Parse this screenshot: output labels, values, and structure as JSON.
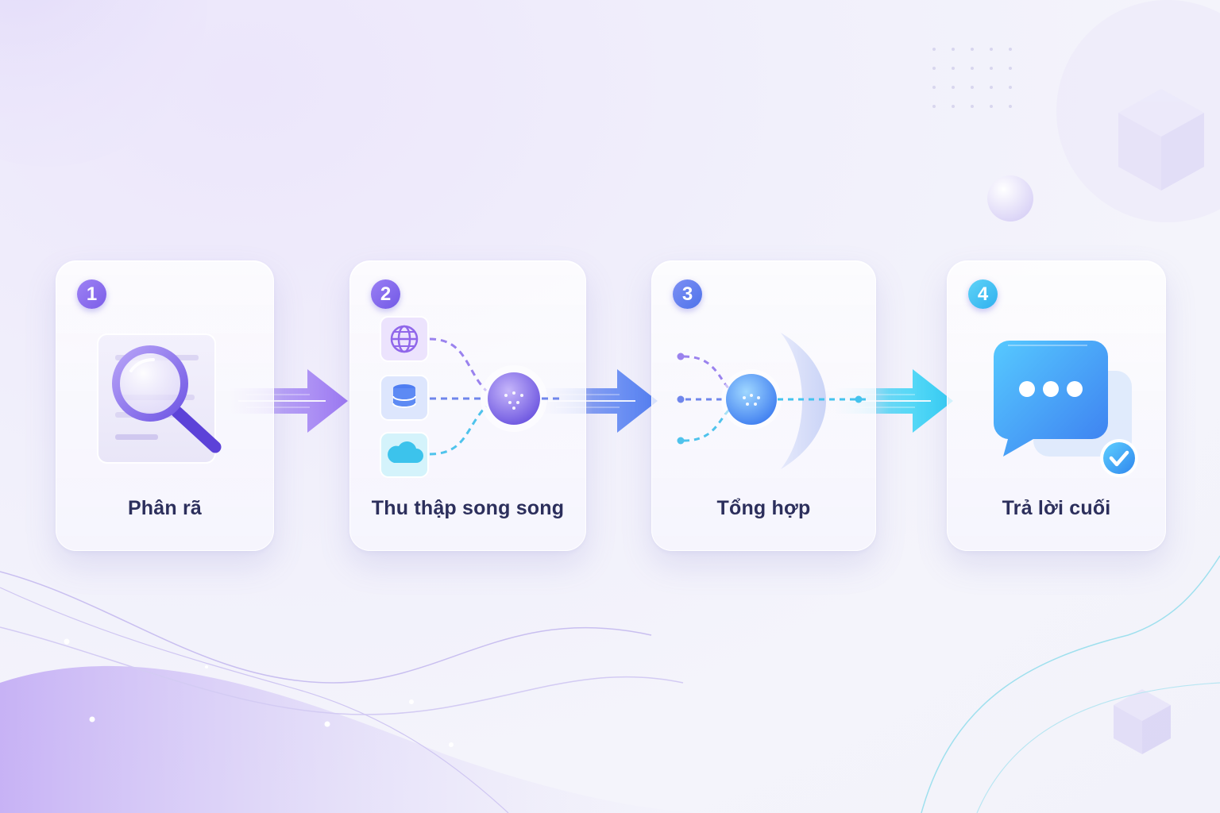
{
  "steps": [
    {
      "number": "1",
      "label": "Phân rã",
      "icon": "magnifier-document-icon",
      "badge_color": "#8b6ef0"
    },
    {
      "number": "2",
      "label": "Thu thập song song",
      "icon": "parallel-sources-icon",
      "badge_color": "#8466ee"
    },
    {
      "number": "3",
      "label": "Tổng hợp",
      "icon": "merge-node-icon",
      "badge_color": "#5e86ee"
    },
    {
      "number": "4",
      "label": "Trả lời cuối",
      "icon": "chat-check-icon",
      "badge_color": "#3fc3f2"
    }
  ],
  "sources": [
    {
      "icon": "globe-icon"
    },
    {
      "icon": "database-icon"
    },
    {
      "icon": "cloud-icon"
    }
  ],
  "colors": {
    "purple": "#8b6ef0",
    "blue": "#4f7ef2",
    "cyan": "#2fd0f5",
    "text": "#2c2f5c"
  }
}
